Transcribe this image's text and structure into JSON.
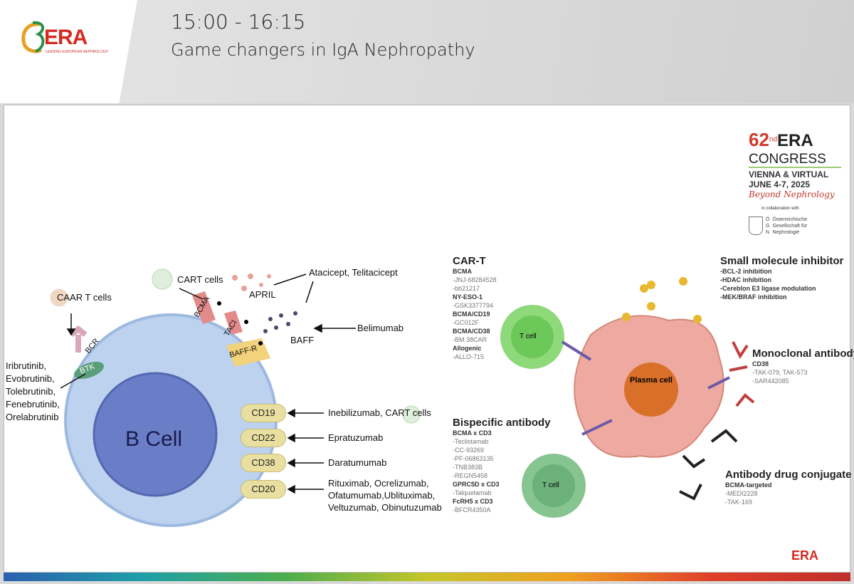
{
  "header": {
    "time": "15:00 - 16:15",
    "session_title": "Game changers in IgA Nephropathy",
    "logo_text": "ERA",
    "logo_tagline": "LEADING EUROPEAN NEPHROLOGY"
  },
  "congress": {
    "number": "62",
    "suffix": "nd",
    "name": "ERA",
    "congress": "CONGRESS",
    "location": "VIENNA & VIRTUAL",
    "dates": "JUNE 4-7, 2025",
    "motto": "Beyond Nephrology",
    "collab": "in collaboration with",
    "partner_initials": [
      "Ö",
      "G",
      "N"
    ],
    "partner": [
      "Österreichische",
      "Gesellschaft für",
      "Nephrologie"
    ]
  },
  "bcell": {
    "cell_label": "B Cell",
    "caar": "CAAR T cells",
    "cart": "CART cells",
    "bcr": "BCR",
    "btk": "BTK",
    "bcma": "BCMA",
    "taci": "TACI",
    "baffr": "BAFF-R",
    "april": "APRIL",
    "baff": "BAFF",
    "atacicept": "Atacicept, Telitacicept",
    "belimumab": "Belimumab",
    "btk_drugs": [
      "Iribrutinib,",
      "Evobrutinib,",
      "Tolebrutinib,",
      "Fenebrutinib,",
      "Orelabrutinib"
    ],
    "markers": [
      {
        "name": "CD19",
        "drugs": [
          "Inebilizumab, CART cells"
        ]
      },
      {
        "name": "CD22",
        "drugs": [
          "Epratuzumab"
        ]
      },
      {
        "name": "CD38",
        "drugs": [
          "Daratumumab"
        ]
      },
      {
        "name": "CD20",
        "drugs": [
          "Rituximab, Ocrelizumab,",
          "Ofatumumab,Ublituximab,",
          "Veltuzumab, Obinutuzumab"
        ]
      }
    ]
  },
  "plasma": {
    "cell_label": "Plasma cell",
    "tcell": "T cell",
    "cart": {
      "title": "CAR-T",
      "groups": [
        {
          "target": "BCMA",
          "items": [
            "-JNJ-68284528",
            "-bb21217"
          ]
        },
        {
          "target": "NY-ESO-1",
          "items": [
            "-GSK3377794"
          ]
        },
        {
          "target": "BCMA/CD19",
          "items": [
            "-GC012F"
          ]
        },
        {
          "target": "BCMA/CD38",
          "items": [
            "-BM 38CAR"
          ]
        },
        {
          "target": "Allogenic",
          "items": [
            "-ALLO-715"
          ]
        }
      ]
    },
    "bispecific": {
      "title": "Bispecific antibody",
      "groups": [
        {
          "target": "BCMA x CD3",
          "items": [
            "-Teclistamab",
            "-CC-93269",
            "-PF-06863135",
            "-TNB383B",
            "-REGN5458"
          ]
        },
        {
          "target": "GPRC5D x CD3",
          "items": [
            "-Talquetamab"
          ]
        },
        {
          "target": "FcRH5 x CD3",
          "items": [
            "-BFCR4350A"
          ]
        }
      ]
    },
    "small": {
      "title": "Small molecule inhibitor",
      "items": [
        "-BCL-2 inhibition",
        "-HDAC inhibition",
        "-Cereblon E3 ligase modulation",
        "-MEK/BRAF inhibition"
      ]
    },
    "mab": {
      "title": "Monoclonal antibody",
      "target": "CD38",
      "items": [
        "-TAK-079, TAK-573",
        "-SAR442085"
      ]
    },
    "adc": {
      "title": "Antibody drug conjugate",
      "target": "BCMA-targeted",
      "items": [
        "-MEDI2228",
        "-TAK-169"
      ]
    }
  }
}
